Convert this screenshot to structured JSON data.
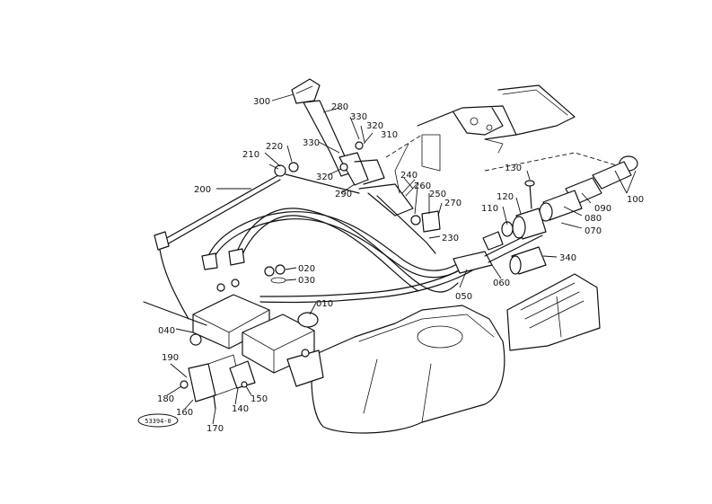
{
  "diagram": {
    "labels": {
      "p300": "300",
      "p280": "280",
      "p330a": "330",
      "p320a": "320",
      "p310": "310",
      "p330b": "330",
      "p320b": "320",
      "p290": "290",
      "p220": "220",
      "p210": "210",
      "p200": "200",
      "p240": "240",
      "p260": "260",
      "p250": "250",
      "p270": "270",
      "p230": "230",
      "p130": "130",
      "p120": "120",
      "p110": "110",
      "p100": "100",
      "p090": "090",
      "p080": "080",
      "p070": "070",
      "p340": "340",
      "p060": "060",
      "p050": "050",
      "p020": "020",
      "p030": "030",
      "p010": "010",
      "p040": "040",
      "p190": "190",
      "p180": "180",
      "p160": "160",
      "p170": "170",
      "p140": "140",
      "p150": "150"
    },
    "stamp": "53394-0"
  }
}
